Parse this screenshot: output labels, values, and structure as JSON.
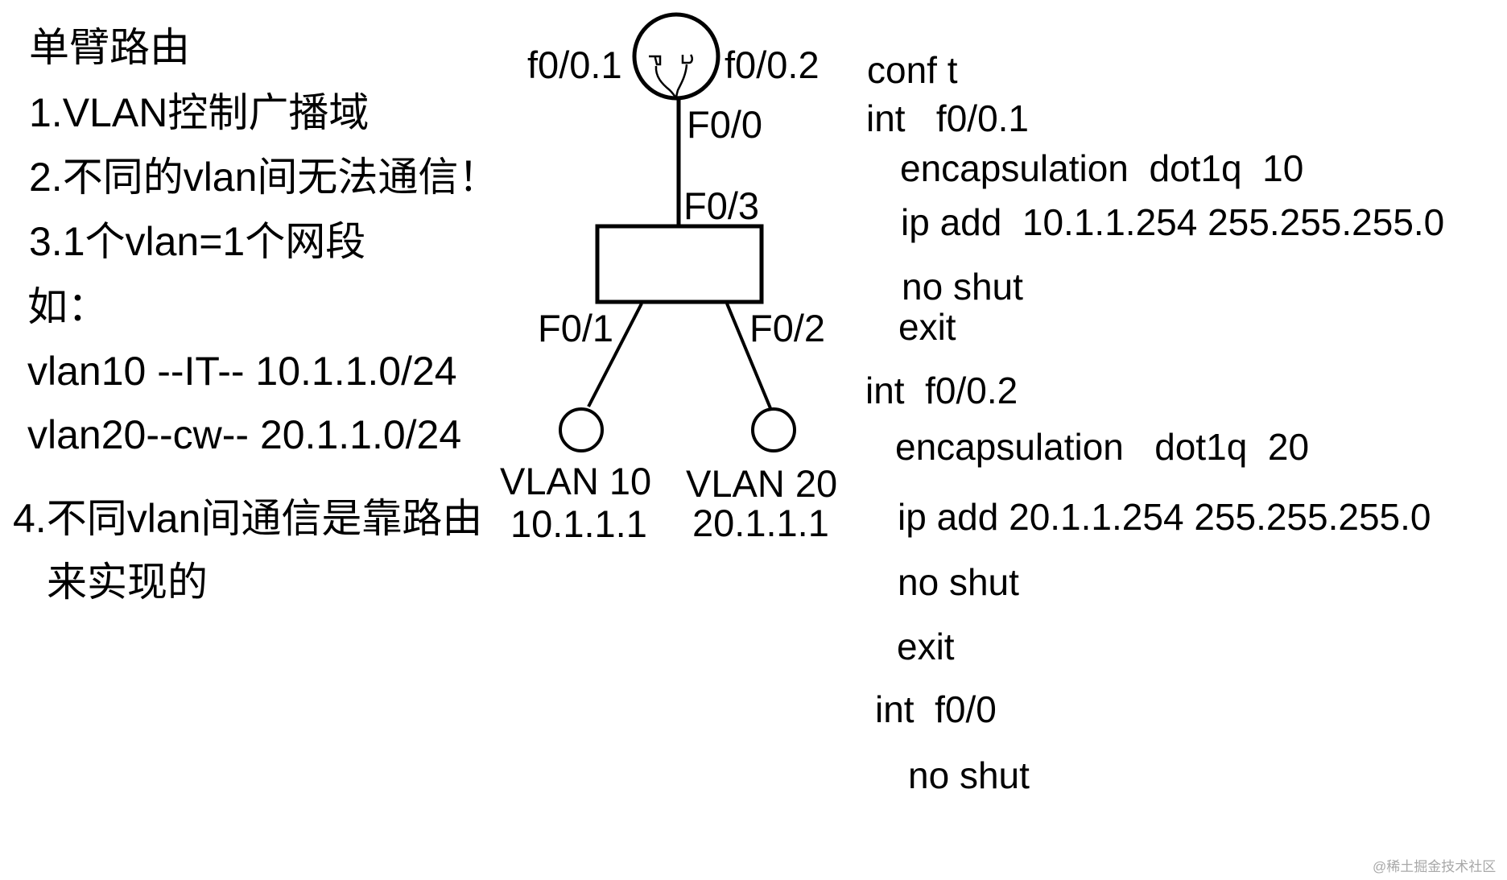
{
  "notes": {
    "title": "单臂路由",
    "points": [
      "1.VLAN控制广播域",
      "2.不同的vlan间无法通信！",
      "3.1个vlan=1个网段",
      "如：",
      "vlan10 --IT-- 10.1.1.0/24",
      "vlan20--cw-- 20.1.1.0/24",
      "4.不同vlan间通信是靠路由",
      "来实现的"
    ]
  },
  "diagram": {
    "router": {
      "subif_left": "f0/0.1",
      "subif_right": "f0/0.2",
      "uplink_port": "F0/0"
    },
    "switch": {
      "uplink_port": "F0/3",
      "port_left": "F0/1",
      "port_right": "F0/2"
    },
    "hosts": [
      {
        "vlan": "VLAN 10",
        "ip": "10.1.1.1"
      },
      {
        "vlan": "VLAN 20",
        "ip": "20.1.1.1"
      }
    ]
  },
  "config": {
    "lines": [
      "conf t",
      "int   f0/0.1",
      "encapsulation  dot1q  10",
      "ip add  10.1.1.254 255.255.255.0",
      "no shut",
      "exit",
      "int  f0/0.2",
      "encapsulation   dot1q  20",
      "ip add 20.1.1.254 255.255.255.0",
      "no shut",
      "exit",
      "int  f0/0",
      "no shut"
    ]
  },
  "watermark": "@稀土掘金技术社区"
}
